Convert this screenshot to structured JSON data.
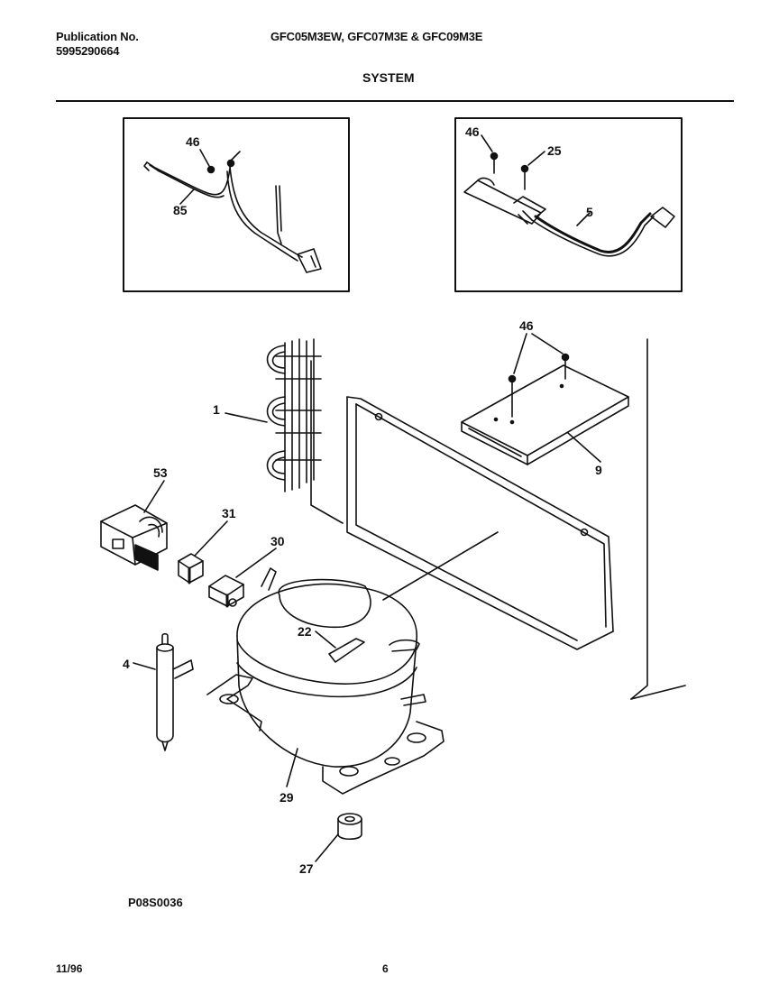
{
  "header": {
    "publication_label": "Publication No.",
    "publication_number": "5995290664",
    "models": "GFC05M3EW, GFC07M3E & GFC09M3E",
    "section_title": "SYSTEM"
  },
  "parts": {
    "p1": "1",
    "p4": "4",
    "p5": "5",
    "p9": "9",
    "p22": "22",
    "p25": "25",
    "p27": "27",
    "p29": "29",
    "p30": "30",
    "p31": "31",
    "p46a": "46",
    "p46b": "46",
    "p46c": "46",
    "p53": "53",
    "p85": "85"
  },
  "footer": {
    "drawing_id": "P08S0036",
    "date": "11/96",
    "page": "6"
  }
}
